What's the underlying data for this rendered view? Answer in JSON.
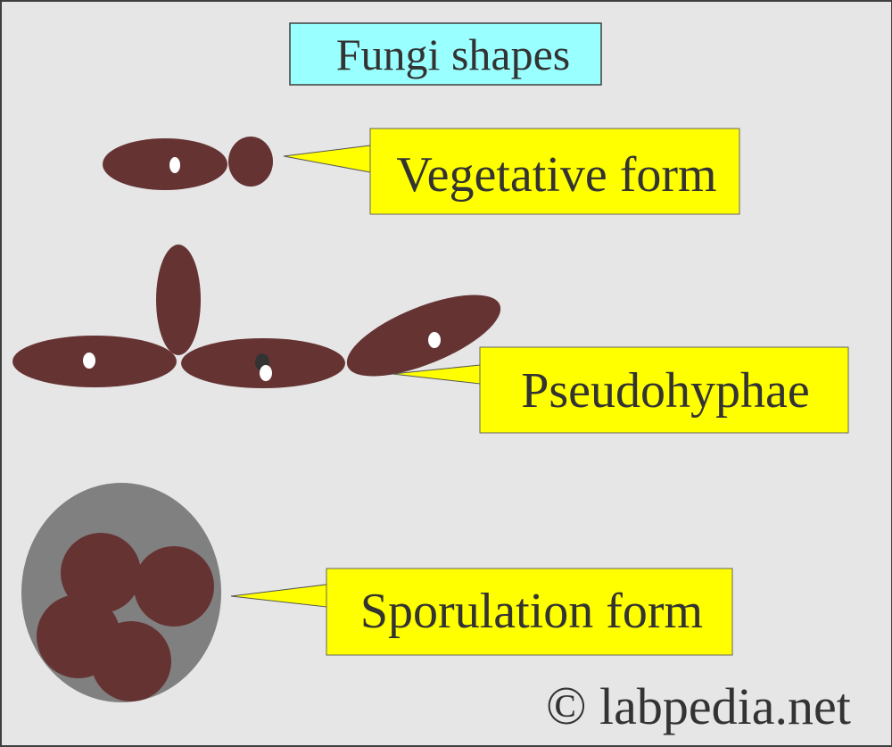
{
  "title": "Fungi shapes",
  "labels": {
    "vegetative": "Vegetative form",
    "pseudohyphae": "Pseudohyphae",
    "sporulation": "Sporulation form"
  },
  "copyright": {
    "symbol": "©",
    "text": "labpedia.net"
  },
  "colors": {
    "background": "#e6e6e6",
    "title_fill": "#99ffff",
    "callout_fill": "#ffff00",
    "cell_fill": "#663333",
    "nucleus_fill": "#ffffff",
    "capsule_fill": "#808080",
    "text": "#333333"
  }
}
